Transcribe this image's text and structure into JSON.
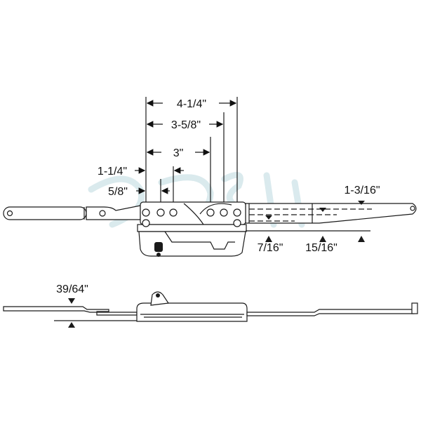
{
  "diagram": {
    "top_view": {
      "dimensions": [
        "4-1/4\"",
        "3-5/8\"",
        "3\"",
        "1-1/4\"",
        "5/8\"",
        "1-3/16\"",
        "7/16\"",
        "15/16\""
      ]
    },
    "side_view": {
      "dimensions": [
        "39/64\""
      ]
    },
    "watermark_color": "#bcd9e0",
    "line_color": "#1a1a1a"
  }
}
